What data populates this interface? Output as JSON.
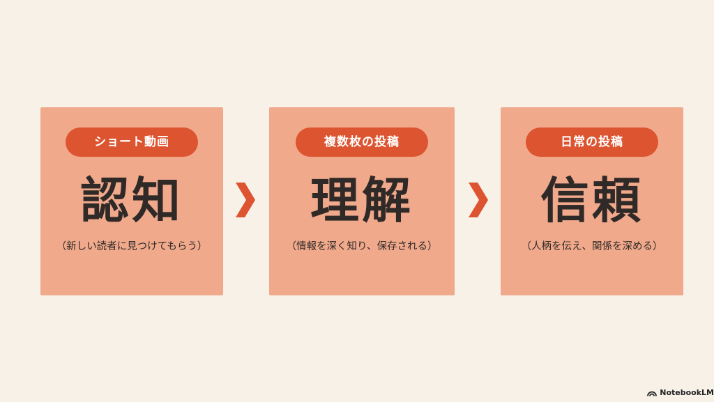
{
  "steps": [
    {
      "tag": "ショート動画",
      "keyword": "認知",
      "description": "（新しい読者に見つけてもらう）"
    },
    {
      "tag": "複数枚の投稿",
      "keyword": "理解",
      "description": "（情報を深く知り、保存される）"
    },
    {
      "tag": "日常の投稿",
      "keyword": "信頼",
      "description": "（人柄を伝え、関係を深める）"
    }
  ],
  "watermark": {
    "text": "NotebookLM",
    "icon": "notebooklm-logo-icon"
  },
  "colors": {
    "background": "#f7f1e8",
    "card": "#f1a98c",
    "pill": "#dc5430",
    "arrow": "#dc5430",
    "text": "#2f2a27"
  }
}
